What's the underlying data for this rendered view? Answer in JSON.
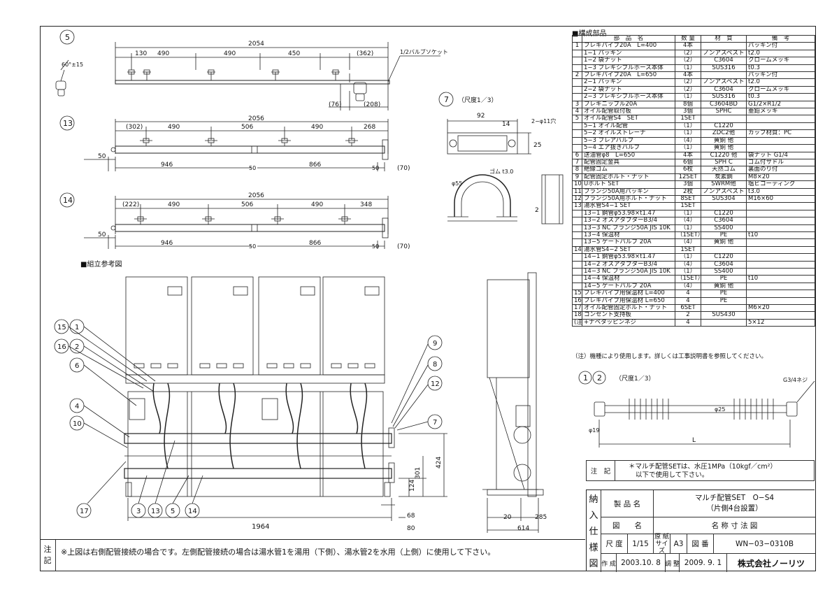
{
  "views": {
    "v5": {
      "num": "5",
      "total": "2054",
      "dims": [
        "130",
        "490",
        "490",
        "450",
        "(362)"
      ],
      "bottom": [
        "(76)",
        "(208)"
      ],
      "callout": "1/2バルブソケット",
      "angle": "60°±15"
    },
    "v13": {
      "num": "13",
      "total": "2056",
      "dims": [
        "(302)",
        "490",
        "506",
        "490",
        "268"
      ],
      "bottom": [
        "946",
        "866",
        "(70)"
      ],
      "side": [
        "50",
        "50",
        "50"
      ]
    },
    "v14": {
      "num": "14",
      "total": "2056",
      "dims": [
        "(222)",
        "490",
        "506",
        "490",
        "348"
      ],
      "bottom": [
        "946",
        "866",
        "(70)"
      ],
      "side": [
        "50",
        "50",
        "50"
      ]
    },
    "v7": {
      "num": "7",
      "scale": "（尺度1／3）",
      "dims": [
        "92",
        "14",
        "25",
        "2"
      ],
      "hole": "2−φ11穴",
      "r": "φ55",
      "rubber": "ゴム t3.0"
    },
    "v12": {
      "num1": "1",
      "num2": "2",
      "scale": "（尺度1／3）",
      "thread": "G3/4ネジ",
      "d1": "φ25",
      "d2": "φ19",
      "len": "L"
    }
  },
  "assembly": {
    "title": "■組立参考図",
    "balloons": [
      "15",
      "1",
      "16",
      "2",
      "6",
      "4",
      "10",
      "17",
      "3",
      "13",
      "5",
      "14",
      "9",
      "8",
      "12",
      "7"
    ],
    "dims": {
      "width": "1964",
      "h1": "424",
      "h2": "301",
      "h3": "124",
      "h4": "68",
      "h5": "80"
    },
    "side_dims": {
      "a": "20",
      "b": "285",
      "total": "614"
    }
  },
  "parts": {
    "title": "■構成部品",
    "headers": [
      "部　品　名",
      "数 量",
      "材　質",
      "備　考"
    ],
    "rows": [
      {
        "no": "1",
        "name": "フレキパイプ20A　L=400",
        "qty": "4本",
        "mat": "",
        "note": "パッキン付"
      },
      {
        "no": "",
        "name": "1−1 パッキン",
        "qty": "（2）",
        "mat": "ノンアスベスト",
        "note": "t2.0"
      },
      {
        "no": "",
        "name": "1−2 袋ナット",
        "qty": "（2）",
        "mat": "C3604",
        "note": "クロームメッキ"
      },
      {
        "no": "",
        "name": "1−3 フレキシブルホース本体",
        "qty": "（1）",
        "mat": "SUS316",
        "note": "t0.3"
      },
      {
        "no": "2",
        "name": "フレキパイプ20A　L=650",
        "qty": "4本",
        "mat": "",
        "note": "パッキン付"
      },
      {
        "no": "",
        "name": "2−1 パッキン",
        "qty": "（2）",
        "mat": "ノンアスベスト",
        "note": "t2.0"
      },
      {
        "no": "",
        "name": "2−2 袋ナット",
        "qty": "（2）",
        "mat": "C3604",
        "note": "クロームメッキ"
      },
      {
        "no": "",
        "name": "2−3 フレキシブルホース本体",
        "qty": "（1）",
        "mat": "SUS316",
        "note": "t0.3"
      },
      {
        "no": "3",
        "name": "フレキニップル20A",
        "qty": "8個",
        "mat": "C3604BD",
        "note": "G1/2×R1/2"
      },
      {
        "no": "4",
        "name": "オイル配管取付板",
        "qty": "3個",
        "mat": "SPHC",
        "note": "亜鉛メッキ"
      },
      {
        "no": "5",
        "name": "オイル配管S4　SET",
        "qty": "1SET",
        "mat": "",
        "note": ""
      },
      {
        "no": "",
        "name": "5−1 オイル配管",
        "qty": "（1）",
        "mat": "C1220",
        "note": ""
      },
      {
        "no": "",
        "name": "5−2 オイルストレーナ",
        "qty": "（1）",
        "mat": "ZDC2他",
        "note": "カップ材質：PC"
      },
      {
        "no": "",
        "name": "5−3 フレアバルブ",
        "qty": "（4）",
        "mat": "黄銅 他",
        "note": ""
      },
      {
        "no": "",
        "name": "5−4 エア抜きバルブ",
        "qty": "（1）",
        "mat": "黄銅 他",
        "note": ""
      },
      {
        "no": "6",
        "name": "送油管φ8　L=650",
        "qty": "4本",
        "mat": "C1220 他",
        "note": "袋ナット G1/4"
      },
      {
        "no": "7",
        "name": "配管固定金具",
        "qty": "6個",
        "mat": "SPH C",
        "note": "ゴム付サドル"
      },
      {
        "no": "8",
        "name": "絶縁ゴム",
        "qty": "6枚",
        "mat": "天然ゴム",
        "note": "裏面のり付"
      },
      {
        "no": "9",
        "name": "配管固定ボルト・ナット",
        "qty": "12SET",
        "mat": "炭素鋼",
        "note": "M8×20"
      },
      {
        "no": "10",
        "name": "Uボルト SET",
        "qty": "3個",
        "mat": "SWRM他",
        "note": "塩ビコーティング"
      },
      {
        "no": "11",
        "name": "フランジ50A用パッキン",
        "qty": "2枚",
        "mat": "ノンアスベスト",
        "note": "t3.0"
      },
      {
        "no": "12",
        "name": "フランジ50A用ボルト・ナット",
        "qty": "8SET",
        "mat": "SUS304",
        "note": "M16×60"
      },
      {
        "no": "13",
        "name": "湯水管S4−1 SET",
        "qty": "1SET",
        "mat": "",
        "note": ""
      },
      {
        "no": "",
        "name": "13−1 鋼管φ53.98×t1.47",
        "qty": "（1）",
        "mat": "C1220",
        "note": ""
      },
      {
        "no": "",
        "name": "13−2 オスアダプターB3/4",
        "qty": "（4）",
        "mat": "C3604",
        "note": ""
      },
      {
        "no": "",
        "name": "13−3 NC フランジ50A JIS 10K",
        "qty": "（1）",
        "mat": "SS400",
        "note": ""
      },
      {
        "no": "",
        "name": "13−4 保温材",
        "qty": "（1SET）",
        "mat": "PE",
        "note": "t10"
      },
      {
        "no": "",
        "name": "13−5 ゲートバルブ 20A",
        "qty": "（4）",
        "mat": "黄銅 他",
        "note": ""
      },
      {
        "no": "14",
        "name": "湯水管S4−2 SET",
        "qty": "1SET",
        "mat": "",
        "note": ""
      },
      {
        "no": "",
        "name": "14−1 鋼管φ53.98×t1.47",
        "qty": "（1）",
        "mat": "C1220",
        "note": ""
      },
      {
        "no": "",
        "name": "14−2 オスアダプターB3/4",
        "qty": "（4）",
        "mat": "C3604",
        "note": ""
      },
      {
        "no": "",
        "name": "14−3 NC フランジ50A JIS 10K",
        "qty": "（1）",
        "mat": "SS400",
        "note": ""
      },
      {
        "no": "",
        "name": "14−4 保温材",
        "qty": "（1SET）",
        "mat": "PE",
        "note": "t10"
      },
      {
        "no": "",
        "name": "14−5 ゲートバルブ 20A",
        "qty": "（4）",
        "mat": "黄銅 他",
        "note": ""
      },
      {
        "no": "15",
        "name": "フレキパイプ用保温材 L=400",
        "qty": "4",
        "mat": "PE",
        "note": ""
      },
      {
        "no": "16",
        "name": "フレキパイプ用保温材 L=650",
        "qty": "4",
        "mat": "PE",
        "note": ""
      },
      {
        "no": "17",
        "name": "オイル配管固定ボルト・ナット",
        "qty": "6SET",
        "mat": "",
        "note": "M6×20"
      },
      {
        "no": "18",
        "name": "コンセント支持板",
        "qty": "2",
        "mat": "SUS430",
        "note": ""
      },
      {
        "no": "(注)",
        "name": "+ナベタッピンネジ",
        "qty": "4",
        "mat": "",
        "note": "5×12"
      }
    ],
    "footnote": "（注）機種により使用します。詳しくは工事説明書を参照してください。"
  },
  "note_box": {
    "label": "注　記",
    "line1": "＊マルチ配管SETは、水圧1MPa（10kgf／cm²）",
    "line2": "以下で使用して下さい。"
  },
  "title_block": {
    "side": [
      "納",
      "入",
      "仕",
      "様",
      "図"
    ],
    "product_label": "製 品 名",
    "product1": "マルチ配管SET　O−S4",
    "product2": "（片側4台設置）",
    "drawing_label": "図　　名",
    "drawing_name": "名 称 寸 法 図",
    "scale_label": "尺 度",
    "scale": "1/15",
    "size_label": "原 紙 サイズ",
    "size": "A3",
    "dwgno_label": "図 番",
    "dwgno": "WN−03−0310B",
    "made_label": "作 成",
    "made": "2003.10. 8",
    "adj_label": "調 整",
    "adj": "2009. 9. 1",
    "company": "株式会社ノーリツ"
  },
  "bottom_note": {
    "label1": "注",
    "label2": "記",
    "text": "※上図は右側配管接続の場合です。左側配管接続の場合は湯水管1を湯用（下側）、湯水管2を水用（上側）に使用して下さい。"
  }
}
